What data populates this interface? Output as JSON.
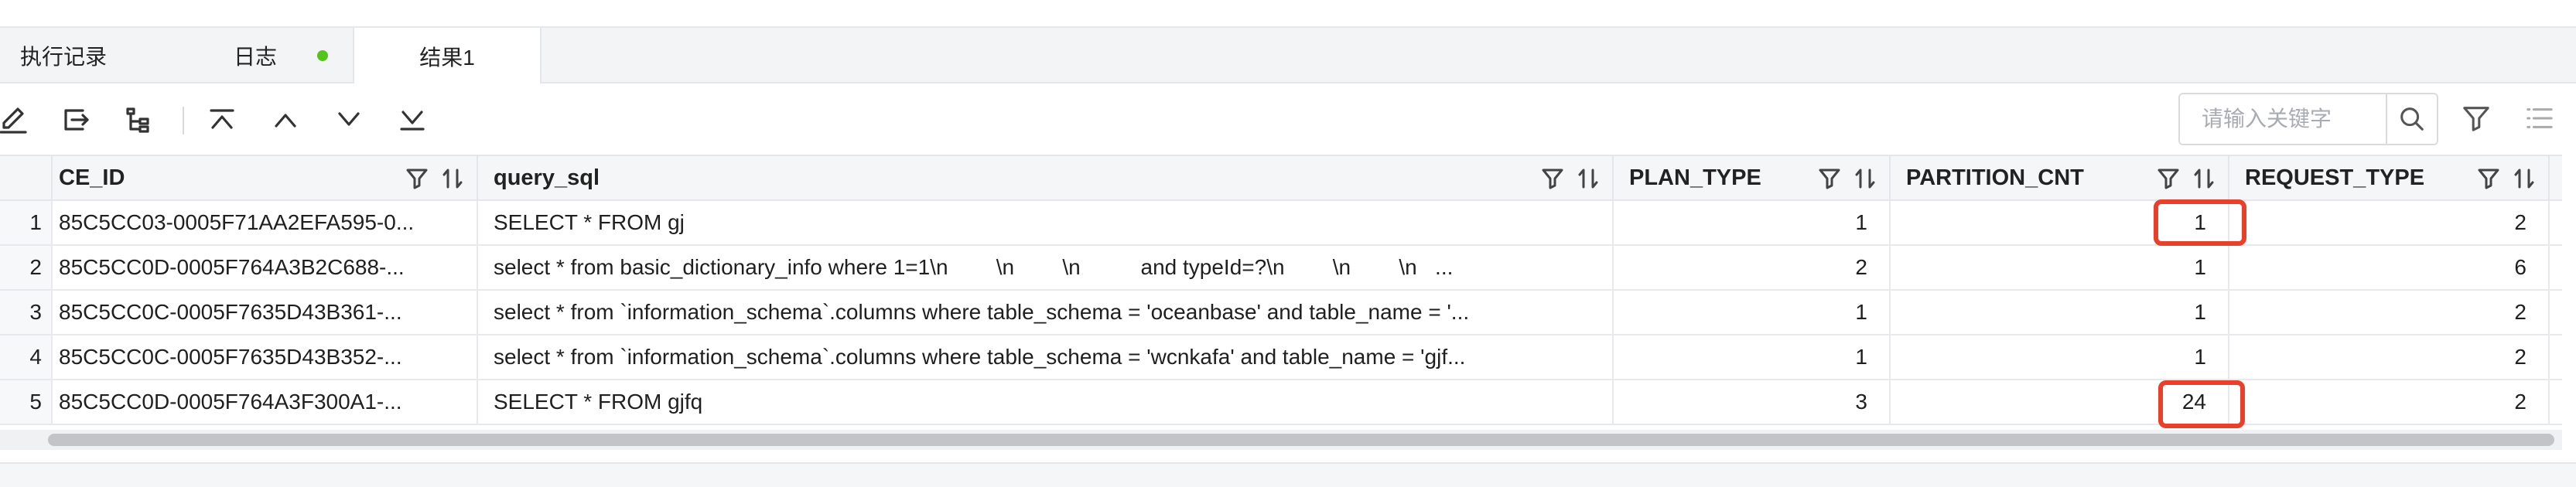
{
  "tabs": [
    {
      "label": "执行记录",
      "active": false
    },
    {
      "label": "日志",
      "active": false,
      "status_color": "#52c41a"
    },
    {
      "label": "结果1",
      "active": true
    }
  ],
  "toolbar": {
    "icons": [
      "edit-icon",
      "export-icon",
      "tree-icon",
      "first-row-icon",
      "prev-row-icon",
      "next-row-icon",
      "last-row-icon"
    ],
    "search_placeholder": "请输入关键字",
    "search_icon": "search-icon",
    "filter_icon": "filter-icon",
    "list_icon": "list-icon"
  },
  "table": {
    "columns": [
      {
        "label": "CE_ID"
      },
      {
        "label": "query_sql"
      },
      {
        "label": "PLAN_TYPE"
      },
      {
        "label": "PARTITION_CNT"
      },
      {
        "label": "REQUEST_TYPE"
      }
    ],
    "header_icons": [
      "filter-icon",
      "sort-icon"
    ],
    "rows": [
      {
        "idx": "1",
        "trace": "85C5CC03-0005F71AA2EFA595-0...",
        "sql": "SELECT * FROM gj",
        "plan": "1",
        "part": "1",
        "req": "2",
        "highlight": true
      },
      {
        "idx": "2",
        "trace": "85C5CC0D-0005F764A3B2C688-...",
        "sql": "select * from basic_dictionary_info where 1=1\\n        \\n        \\n          and typeId=?\\n        \\n        \\n   ...",
        "plan": "2",
        "part": "1",
        "req": "6",
        "highlight": false
      },
      {
        "idx": "3",
        "trace": "85C5CC0C-0005F7635D43B361-...",
        "sql": "select * from `information_schema`.columns where table_schema = 'oceanbase' and table_name = '...",
        "plan": "1",
        "part": "1",
        "req": "2",
        "highlight": false
      },
      {
        "idx": "4",
        "trace": "85C5CC0C-0005F7635D43B352-...",
        "sql": "select * from `information_schema`.columns where table_schema = 'wcnkafa' and table_name = 'gjf...",
        "plan": "1",
        "part": "1",
        "req": "2",
        "highlight": false
      },
      {
        "idx": "5",
        "trace": "85C5CC0D-0005F764A3F300A1-...",
        "sql": "SELECT * FROM gjfq",
        "plan": "3",
        "part": "24",
        "req": "2",
        "highlight": true
      }
    ]
  },
  "colors": {
    "highlight": "#e8402a",
    "accent_dot": "#52c41a"
  }
}
